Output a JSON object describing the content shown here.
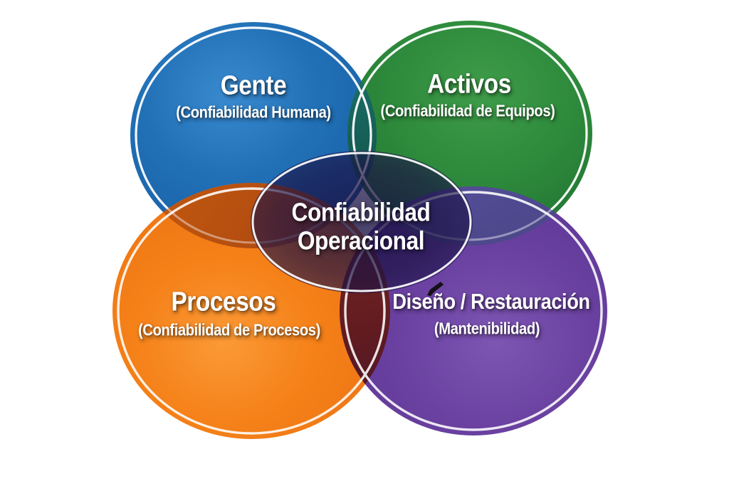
{
  "diagram": {
    "title": "Confiabilidad Operacional",
    "center": {
      "line1": "Confiabilidad",
      "line2": "Operacional",
      "text_color": "#ffffff"
    },
    "circles": [
      {
        "id": "gente",
        "label": "Gente",
        "sublabel": "(Confiabilidad Humana)",
        "color": "#1e6db6",
        "position": "top-left"
      },
      {
        "id": "activos",
        "label": "Activos",
        "sublabel": "(Confiabilidad de Equipos)",
        "color": "#2e8b3c",
        "position": "top-right"
      },
      {
        "id": "procesos",
        "label": "Procesos",
        "sublabel": "(Confiabilidad de Procesos)",
        "color": "#f58119",
        "position": "bottom-left"
      },
      {
        "id": "diseno",
        "label": "Diseño / Restauración",
        "sublabel": "(Mantenibilidad)",
        "color": "#6a41a0",
        "position": "bottom-right"
      }
    ],
    "overlap_colors": {
      "blue_green": "#156158",
      "blue_orange": "#b5500f",
      "green_purple": "#4a4886",
      "orange_purple": "#7c2016",
      "center_fill": "#2c2553"
    },
    "ring_color": "#ffffff",
    "background_color": "#ffffff"
  }
}
